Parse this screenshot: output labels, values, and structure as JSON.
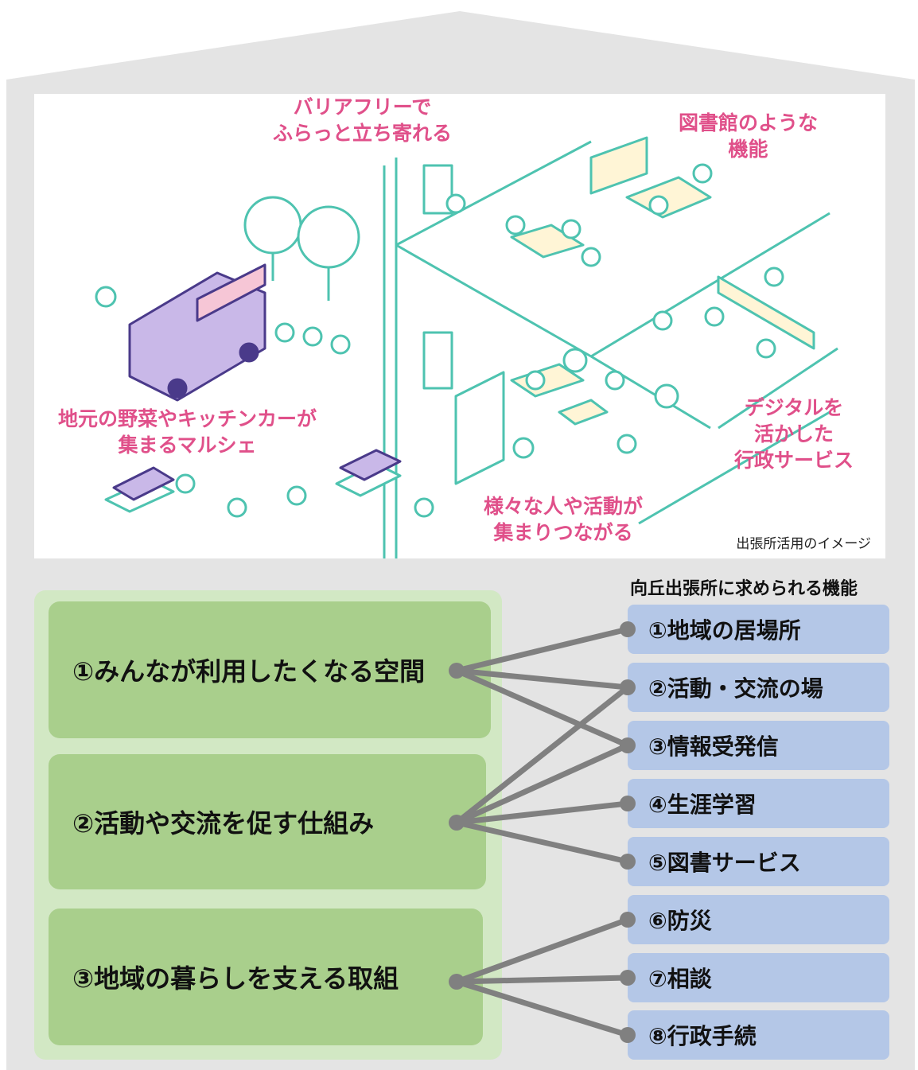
{
  "illustration": {
    "labels": [
      "バリアフリーで\nふらっと立ち寄れる",
      "図書館のような\n機能",
      "地元の野菜やキッチンカーが\n集まるマルシェ",
      "デジタルを\n活かした\n行政サービス",
      "様々な人や活動が\n集まりつながる"
    ],
    "caption": "出張所活用のイメージ"
  },
  "functions_title": "向丘出張所に求められる機能",
  "goals": [
    {
      "label": "①みんなが利用したくなる空間"
    },
    {
      "label": "②活動や交流を促す仕組み"
    },
    {
      "label": "③地域の暮らしを支える取組"
    }
  ],
  "functions": [
    {
      "label": "①地域の居場所"
    },
    {
      "label": "②活動・交流の場"
    },
    {
      "label": "③情報受発信"
    },
    {
      "label": "④生涯学習"
    },
    {
      "label": "⑤図書サービス"
    },
    {
      "label": "⑥防災"
    },
    {
      "label": "⑦相談"
    },
    {
      "label": "⑧行政手続"
    }
  ],
  "links": [
    [
      0,
      0
    ],
    [
      0,
      1
    ],
    [
      0,
      2
    ],
    [
      1,
      1
    ],
    [
      1,
      2
    ],
    [
      1,
      3
    ],
    [
      1,
      4
    ],
    [
      2,
      5
    ],
    [
      2,
      6
    ],
    [
      2,
      7
    ]
  ],
  "colors": {
    "house": "#e4e4e4",
    "goal_box": "#a9cf8c",
    "goal_panel": "#d2e8c4",
    "function_box": "#b4c7e7",
    "line": "#808080",
    "illustration_text": "#e0508a",
    "illustration_line": "#4ec3b0"
  }
}
